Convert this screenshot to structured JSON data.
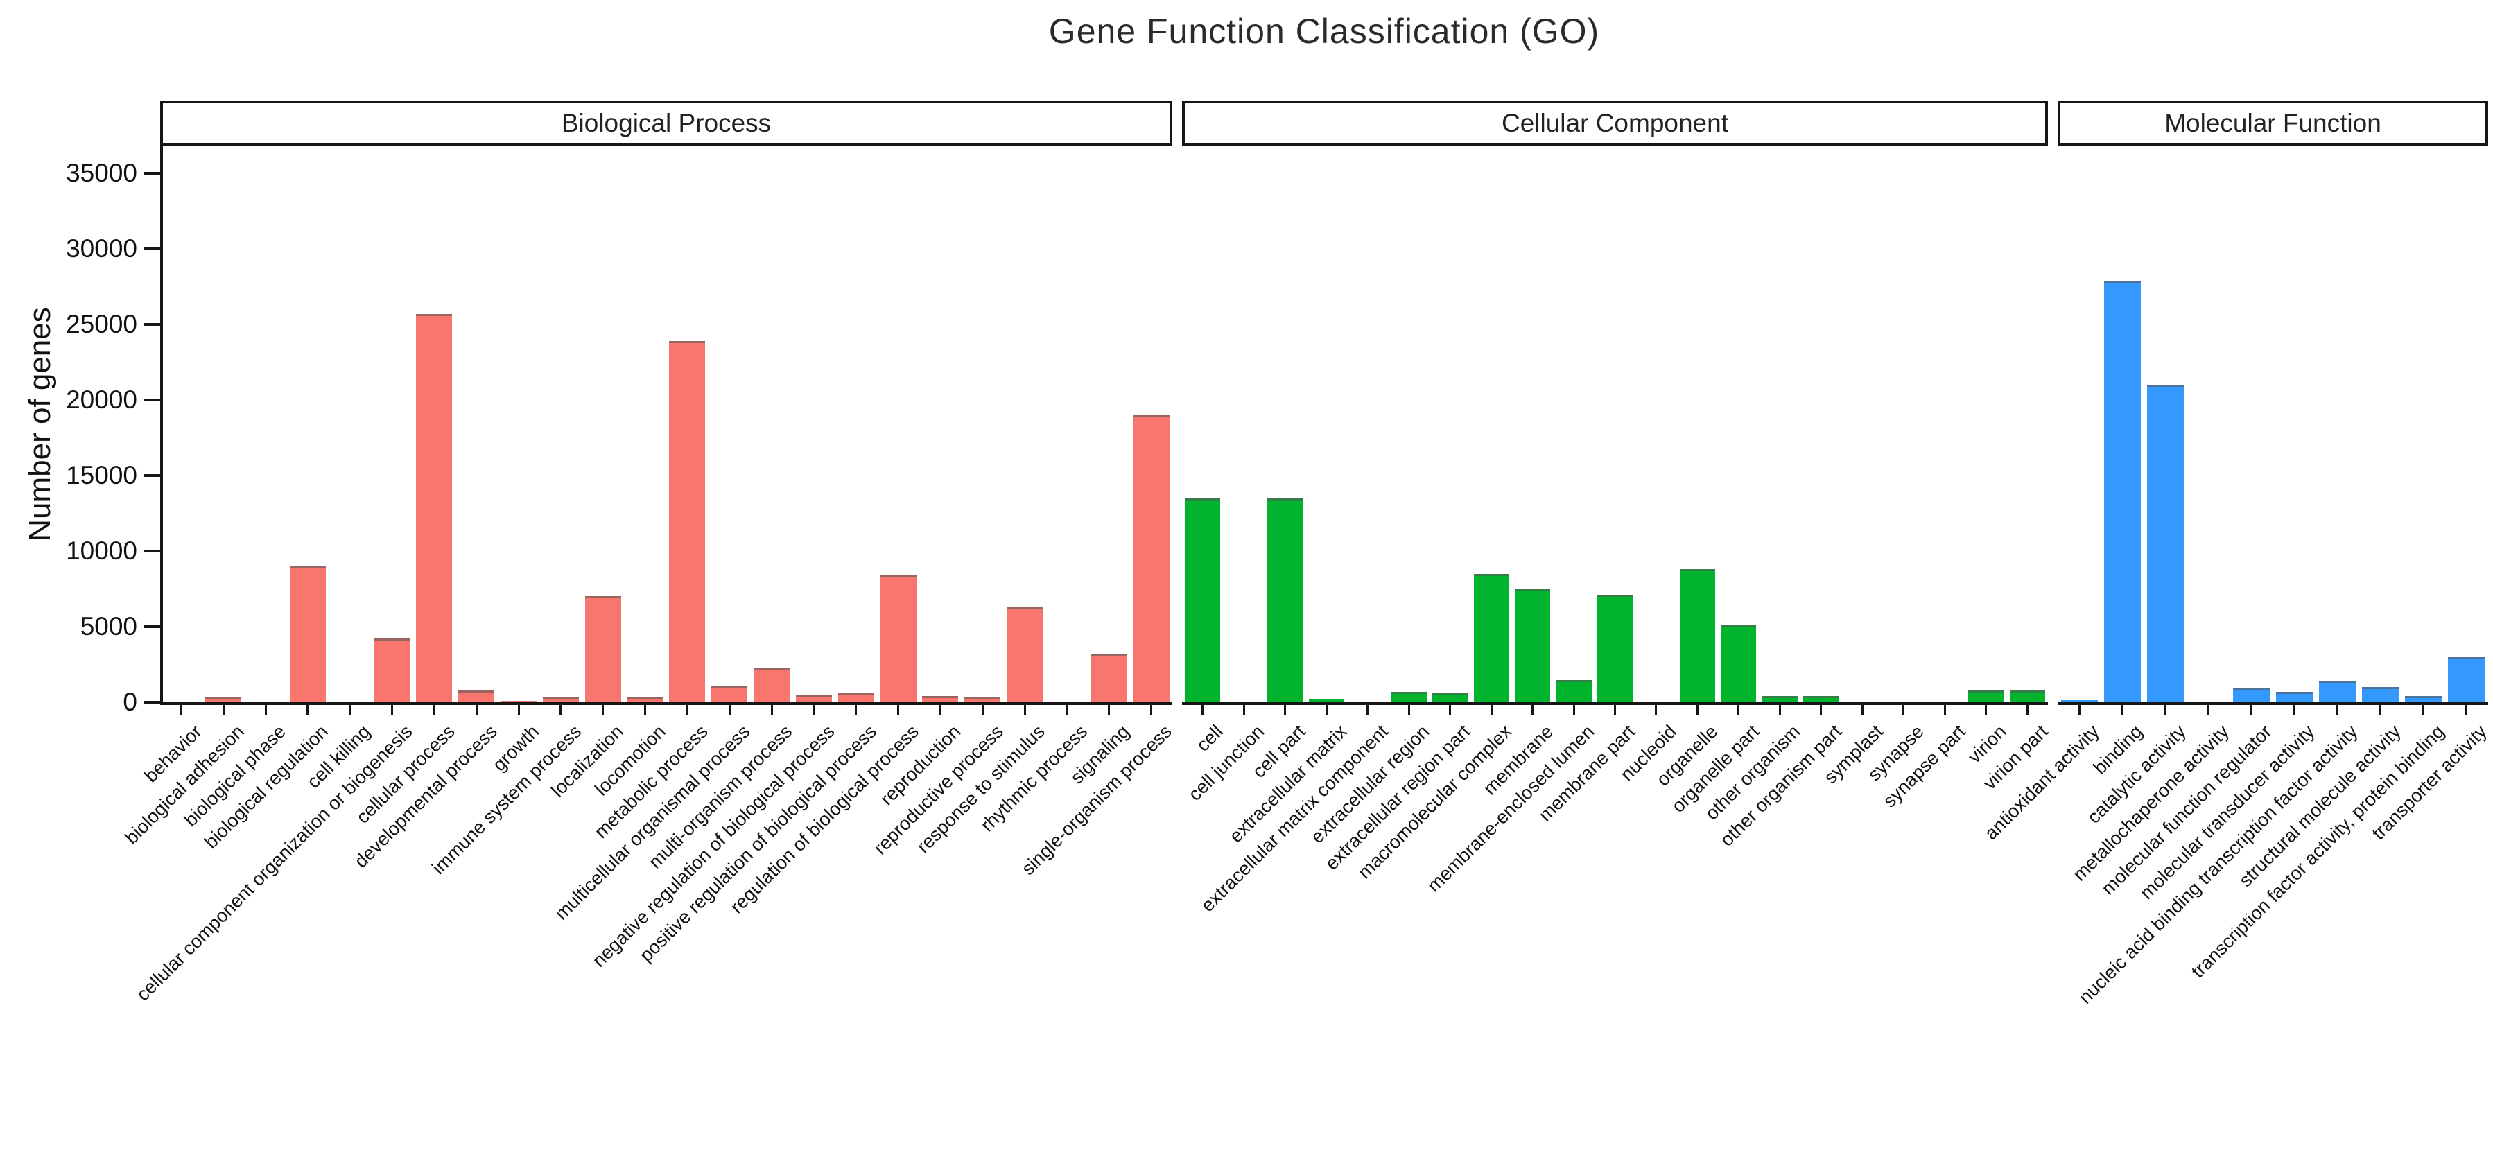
{
  "title": "Gene Function Classification (GO)",
  "ylabel": "Number of genes",
  "colors": {
    "biological_process": "#F8766D",
    "cellular_component": "#00B42E",
    "molecular_function": "#3399FF",
    "axis": "#161616",
    "bar_edge": "rgba(90,90,90,0.6)"
  },
  "chart_data": {
    "type": "bar",
    "title": "Gene Function Classification (GO)",
    "xlabel": "",
    "ylabel": "Number of genes",
    "ylim": [
      0,
      36800
    ],
    "yticks": [
      0,
      5000,
      10000,
      15000,
      20000,
      25000,
      30000,
      35000
    ],
    "grid": false,
    "legend_position": "none",
    "groups": [
      {
        "name": "Biological Process",
        "color": "#F8766D",
        "categories": [
          "behavior",
          "biological adhesion",
          "biological phase",
          "biological regulation",
          "cell killing",
          "cellular component organization or biogenesis",
          "cellular process",
          "developmental process",
          "growth",
          "immune system process",
          "localization",
          "locomotion",
          "metabolic process",
          "multicellular organismal process",
          "multi-organism process",
          "negative regulation of biological process",
          "positive regulation of biological process",
          "regulation of biological process",
          "reproduction",
          "reproductive process",
          "response to stimulus",
          "rhythmic process",
          "signaling",
          "single-organism process"
        ],
        "values": [
          50,
          300,
          20,
          9000,
          20,
          4200,
          25700,
          800,
          100,
          350,
          7000,
          350,
          23900,
          1100,
          2300,
          450,
          600,
          8400,
          400,
          350,
          6300,
          20,
          3200,
          19000
        ]
      },
      {
        "name": "Cellular Component",
        "color": "#00B42E",
        "categories": [
          "cell",
          "cell junction",
          "cell part",
          "extracellular matrix",
          "extracellular matrix component",
          "extracellular region",
          "extracellular region part",
          "macromolecular complex",
          "membrane",
          "membrane-enclosed lumen",
          "membrane part",
          "nucleoid",
          "organelle",
          "organelle part",
          "other organism",
          "other organism part",
          "symplast",
          "synapse",
          "synapse part",
          "virion",
          "virion part"
        ],
        "values": [
          13500,
          40,
          13500,
          250,
          30,
          700,
          600,
          8500,
          7500,
          1450,
          7100,
          20,
          8800,
          5100,
          400,
          400,
          10,
          40,
          20,
          800,
          800
        ]
      },
      {
        "name": "Molecular Function",
        "color": "#3399FF",
        "categories": [
          "antioxidant activity",
          "binding",
          "catalytic activity",
          "metallochaperone activity",
          "molecular function regulator",
          "molecular transducer activity",
          "nucleic acid binding transcription factor activity",
          "structural molecule activity",
          "transcription factor activity, protein binding",
          "transporter activity"
        ],
        "values": [
          150,
          27900,
          21000,
          10,
          900,
          700,
          1400,
          1000,
          400,
          3000
        ]
      }
    ]
  }
}
